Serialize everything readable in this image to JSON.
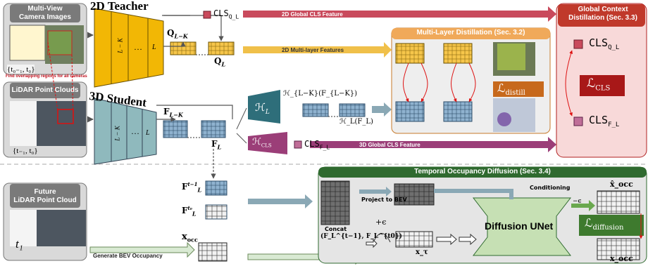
{
  "inputs": {
    "camera": {
      "title": "Multi-View\nCamera Images",
      "time": "{t₀₋₁, t₀}",
      "note": "Find overlapping regions for all cameras"
    },
    "lidar": {
      "title": "LiDAR Point Clouds",
      "time": "{t₋₁, t₀}"
    },
    "future": {
      "title": "Future\nLiDAR Point Cloud",
      "time": "t₁"
    }
  },
  "teacher": {
    "title": "2D Teacher",
    "layer_label": "L − K",
    "dots": "…",
    "last_label": "L",
    "cls_label": "CLS",
    "cls_sub": "Q_L",
    "q_lk": "Q",
    "q_lk_sub": "L−K",
    "q_l": "Q",
    "q_l_sub": "L"
  },
  "student": {
    "title": "3D Student",
    "layer_label": "L − K",
    "dots": "…",
    "last_label": "L",
    "f_lk": "F",
    "f_lk_sub": "L−K",
    "f_l": "F",
    "f_l_sub": "L",
    "h_l": "ℋ",
    "h_l_sub": "L",
    "h_cls": "ℋ",
    "h_cls_sub": "CLS",
    "h_lk_expr": "ℋ_{L−K}(F_{L−K})",
    "h_l_expr": "ℋ_L(F_L)",
    "cls_label": "CLS",
    "cls_sub": "F_L"
  },
  "arrows": {
    "global_2d": "2D Global CLS Feature",
    "multi_2d": "2D Multi-layer Features",
    "global_3d": "3D Global CLS Feature",
    "generate_bev": "Generate BEV Occupancy"
  },
  "panels": {
    "multi_layer": {
      "title": "Multi-Layer Distillation (Sec. 3.2)",
      "loss": "ℒ",
      "loss_sub": "distill"
    },
    "global": {
      "title": "Global Context Distillation (Sec. 3.3)",
      "loss": "ℒ",
      "loss_sub": "CLS",
      "cls_q": "CLS",
      "cls_q_sub": "Q_L",
      "cls_f": "CLS",
      "cls_f_sub": "F_L"
    },
    "diffusion": {
      "title": "Temporal Occupancy Diffusion (Sec. 3.4)",
      "concat": "Concat",
      "concat_expr": "(F_L^{t−1}, F_L^{t0})",
      "project": "Project to BEV",
      "conditioning": "Conditioning",
      "unet": "Diffusion UNet",
      "noise": "+ϵ",
      "minus_eps": "−ϵ",
      "x_tau": "x_τ",
      "x_hat": "x̂_occ",
      "x_occ": "x_occ",
      "loss": "ℒ",
      "loss_sub": "diffusion"
    }
  },
  "temporal": {
    "f_prev": "F",
    "f_prev_sup": "t−1",
    "f_prev_sub": "L",
    "f_now": "F",
    "f_now_sup": "t₀",
    "f_now_sub": "L",
    "x_occ": "x",
    "x_occ_sub": "occ"
  },
  "colors": {
    "teacher": "#f2b705",
    "student": "#8fb9bd",
    "global_arrow": "#c94a5c",
    "multi_arrow": "#f0c04a",
    "global3d_arrow": "#9b3e78",
    "multi_panel": "#f0a95a",
    "global_panel": "#c0392b",
    "diffusion_panel": "#2f6a2f",
    "unet": "#c6e0b4"
  }
}
